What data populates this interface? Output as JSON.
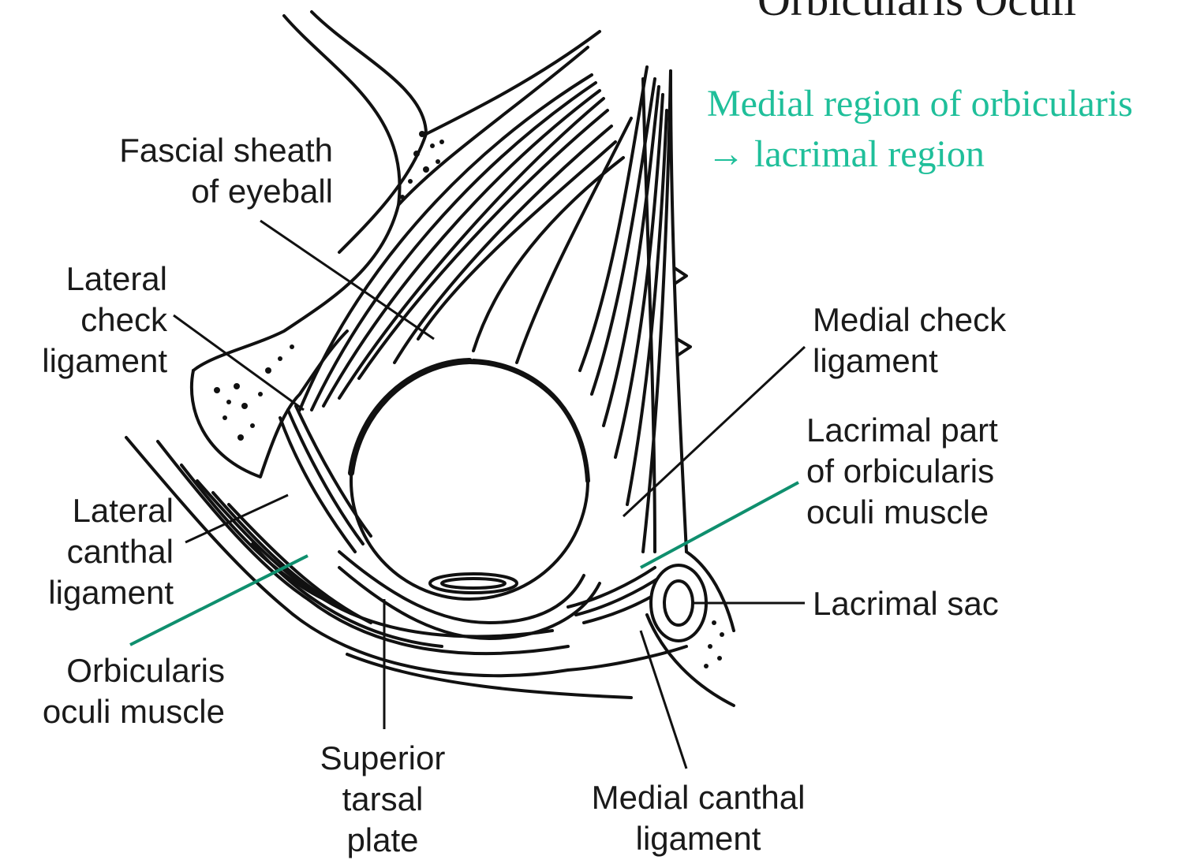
{
  "title": "Orbicularis Oculi",
  "note": {
    "line1": "Medial region of orbicularis",
    "line2": "→ lacrimal region",
    "color": "#1fbf9a"
  },
  "pointer_color": "#0f8f6e",
  "labels": {
    "fascial_sheath": [
      "Fascial sheath",
      "of eyeball"
    ],
    "lateral_check": [
      "Lateral",
      "check",
      "ligament"
    ],
    "lateral_canthal": [
      "Lateral",
      "canthal",
      "ligament"
    ],
    "orbicularis": [
      "Orbicularis",
      "oculi muscle"
    ],
    "superior_tarsal": [
      "Superior",
      "tarsal",
      "plate"
    ],
    "medial_canthal": [
      "Medial canthal",
      "ligament"
    ],
    "medial_check": [
      "Medial check",
      "ligament"
    ],
    "lacrimal_part": [
      "Lacrimal part",
      "of orbicularis",
      "oculi muscle"
    ],
    "lacrimal_sac": [
      "Lacrimal sac"
    ]
  }
}
